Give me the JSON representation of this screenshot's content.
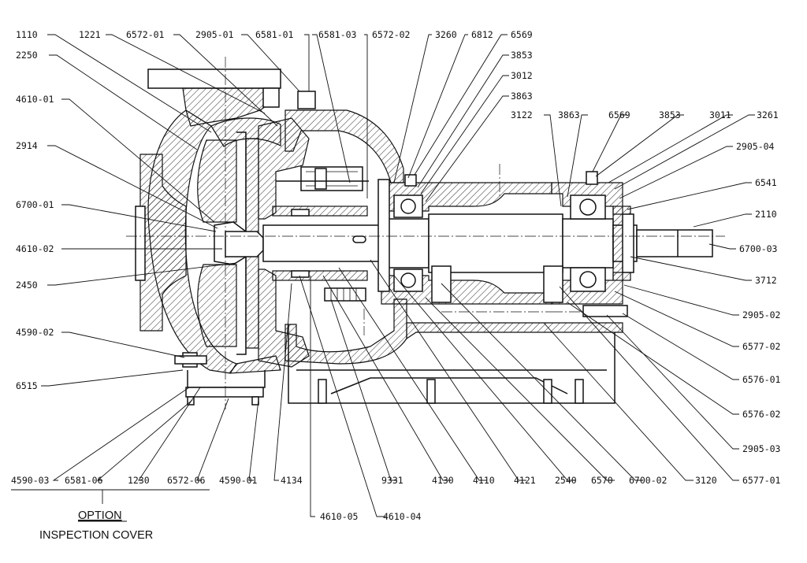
{
  "labels": {
    "l1110": "1110",
    "l2250": "2250",
    "l4610_01": "4610-01",
    "l2914": "2914",
    "l6700_01": "6700-01",
    "l4610_02": "4610-02",
    "l2450": "2450",
    "l4590_02": "4590-02",
    "l6515": "6515",
    "l1221": "1221",
    "l6572_01": "6572-01",
    "l2905_01": "2905-01",
    "l6581_01": "6581-01",
    "l6581_03": "6581-03",
    "l6572_02": "6572-02",
    "l3260": "3260",
    "l6812": "6812",
    "l6569_top": "6569",
    "l3853_a": "3853",
    "l3012": "3012",
    "l3863_a": "3863",
    "l3122": "3122",
    "l3863_b": "3863",
    "l6569_r": "6569",
    "l3853_b": "3853",
    "l3011": "3011",
    "l3261": "3261",
    "l2905_04": "2905-04",
    "l6541": "6541",
    "l2110": "2110",
    "l6700_03": "6700-03",
    "l3712": "3712",
    "l2905_02": "2905-02",
    "l6577_02": "6577-02",
    "l6576_01": "6576-01",
    "l6576_02": "6576-02",
    "l2905_03": "2905-03",
    "l6577_01": "6577-01",
    "l3120": "3120",
    "l6700_02": "6700-02",
    "l6570": "6570",
    "l2540": "2540",
    "l4121": "4121",
    "l4110": "4110",
    "l4130": "4130",
    "l9331": "9331",
    "l4610_04": "4610-04",
    "l4610_05": "4610-05",
    "l4134": "4134",
    "l4590_01": "4590-01",
    "l6572_06": "6572-06",
    "l1230": "1230",
    "l6581_06": "6581-06",
    "l4590_03": "4590-03"
  },
  "option": {
    "title": "OPTION",
    "subtitle": "INSPECTION COVER"
  }
}
